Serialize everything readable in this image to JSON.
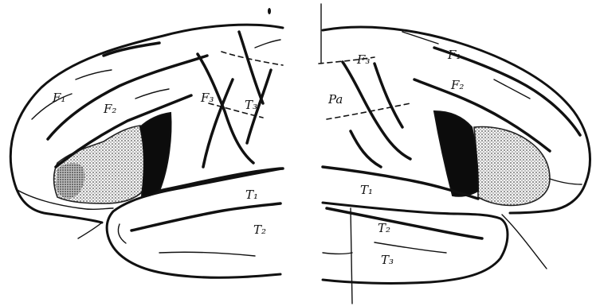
{
  "labels": {
    "left": {
      "f1": "F₁",
      "f2": "F₂",
      "f3": "F₃",
      "t3_upper": "T₃",
      "t1": "T₁",
      "t2": "T₂"
    },
    "right": {
      "f3": "F₃",
      "f1": "F₁",
      "f2": "F₂",
      "pa": "Pa",
      "t1": "T₁",
      "t2": "T₂",
      "t3": "T₃"
    }
  }
}
